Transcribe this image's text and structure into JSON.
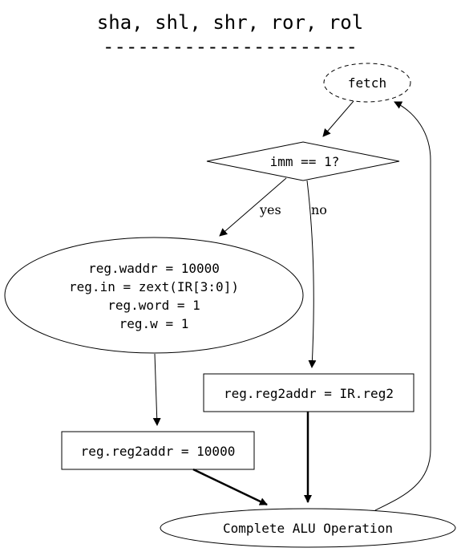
{
  "title": "sha, shl, shr, ror, rol",
  "underline": "----------------------",
  "nodes": {
    "fetch": "fetch",
    "decision": "imm == 1?",
    "yes_block": {
      "lines": [
        "reg.waddr = 10000",
        "reg.in = zext(IR[3:0])",
        "reg.word = 1",
        "reg.w = 1"
      ]
    },
    "no_box": "reg.reg2addr = IR.reg2",
    "yes_box": "reg.reg2addr = 10000",
    "complete": "Complete ALU Operation"
  },
  "edges": {
    "yes_label": "yes",
    "no_label": "no"
  }
}
